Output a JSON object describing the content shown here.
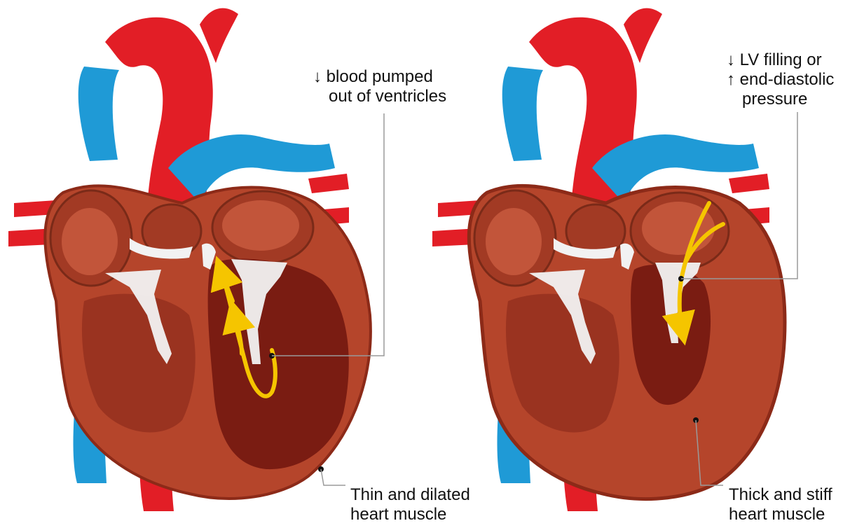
{
  "diagram": {
    "left_panel": {
      "top_label": [
        "↓ blood pumped",
        "out of ventricles"
      ],
      "bottom_label": [
        "Thin and dilated",
        "heart muscle"
      ]
    },
    "right_panel": {
      "top_label": [
        "↓ LV filling or",
        "↑ end-diastolic",
        "pressure"
      ],
      "bottom_label": [
        "Thick and stiff",
        "heart muscle"
      ]
    }
  },
  "colors": {
    "artery_red": "#e21e26",
    "vein_blue": "#1f9ad6",
    "muscle": "#b5452b",
    "muscle_dark": "#8c2a18",
    "chamber": "#7a1c12",
    "valve_white": "#f2f2f2",
    "flow_arrow": "#f5c500",
    "leader_line": "#9a9a9a"
  }
}
